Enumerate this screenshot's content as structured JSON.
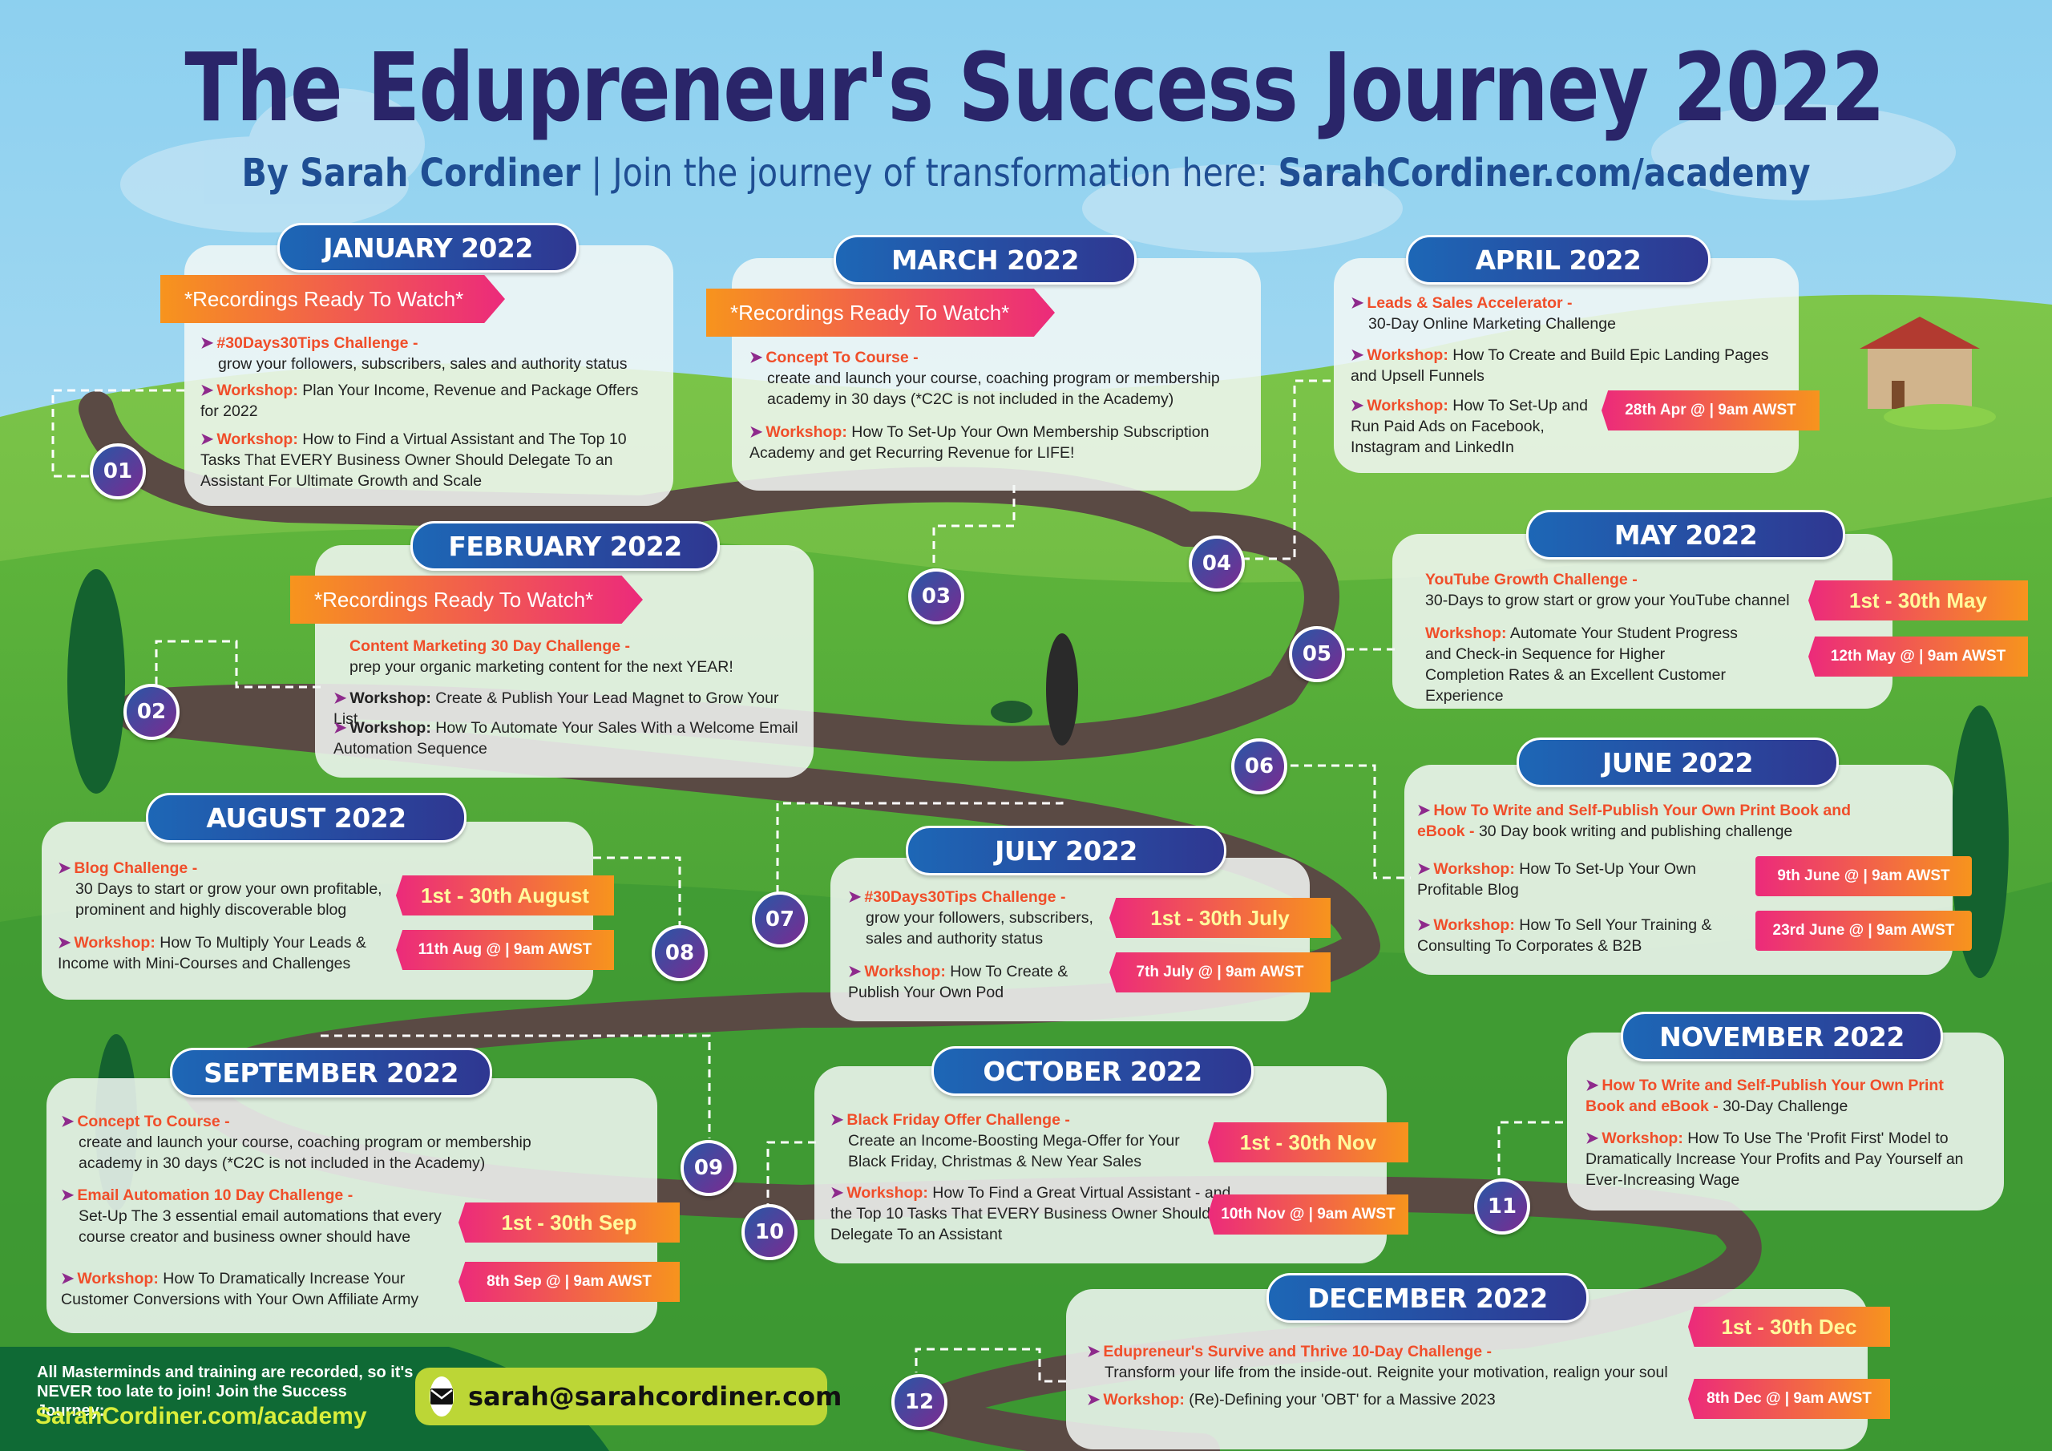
{
  "title": "The Edupreneur's Success Journey 2022",
  "subtitle": {
    "by": "By Sarah Cordiner",
    "sep": " | ",
    "join": "Join the journey of transformation here: ",
    "link": "SarahCordiner.com/academy"
  },
  "recordings": "*Recordings Ready To Watch*",
  "colors": {
    "title": "#2a2569",
    "header_start": "#1d67b6",
    "header_end": "#2f3791",
    "highlight": "#f04e2a",
    "tag_start": "#ec2a7b",
    "tag_end": "#f7941d",
    "footer_link": "#d9ee3b",
    "email_bg": "#bcd636",
    "sky": "#9fd7f0",
    "grass": "#5cb43a",
    "road": "#5a4a44"
  },
  "stops": [
    "01",
    "02",
    "03",
    "04",
    "05",
    "06",
    "07",
    "08",
    "09",
    "10",
    "11",
    "12"
  ],
  "months": {
    "jan": {
      "title": "JANUARY 2022",
      "i1_head": "#30Days30Tips Challenge -",
      "i1_text": "grow your followers, subscribers, sales and authority status",
      "i2_head": "Workshop:",
      "i2_text": "Plan Your Income, Revenue and Package Offers for 2022",
      "i3_head": "Workshop:",
      "i3_text": "How to Find a Virtual Assistant and The Top 10 Tasks That EVERY Business Owner Should Delegate To an Assistant For Ultimate Growth and Scale"
    },
    "feb": {
      "title": "FEBRUARY 2022",
      "i1_head": "Content Marketing 30 Day Challenge -",
      "i1_text": "prep your organic marketing content for the next YEAR!",
      "i2_head": "Workshop:",
      "i2_text": "Create & Publish Your Lead Magnet to Grow Your List",
      "i3_head": "Workshop:",
      "i3_text": "How To Automate Your Sales With a Welcome Email Automation Sequence"
    },
    "mar": {
      "title": "MARCH 2022",
      "i1_head": "Concept To Course -",
      "i1_text": "create and launch your course, coaching program or membership academy in 30 days (*C2C is not included in the Academy)",
      "i2_head": "Workshop:",
      "i2_text": "How To Set-Up Your Own Membership Subscription Academy and get Recurring Revenue for LIFE!"
    },
    "apr": {
      "title": "APRIL 2022",
      "i1_head": "Leads & Sales Accelerator -",
      "i1_text": "30-Day Online Marketing Challenge",
      "i2_head": "Workshop:",
      "i2_text": "How To Create and Build Epic Landing Pages and Upsell Funnels",
      "i3_head": "Workshop:",
      "i3_text": "How To Set-Up and Run Paid Ads on Facebook, Instagram and LinkedIn",
      "date": "28th Apr @ | 9am AWST"
    },
    "may": {
      "title": "MAY 2022",
      "i1_head": "YouTube Growth Challenge -",
      "i1_text": "30-Days to grow start or grow your YouTube channel",
      "i2_head": "Workshop:",
      "i2_text": "Automate Your Student Progress and Check-in Sequence for Higher Completion Rates & an Excellent Customer Experience",
      "range": "1st - 30th May",
      "date": "12th May @ | 9am AWST"
    },
    "jun": {
      "title": "JUNE 2022",
      "i1_head": "How To Write and Self-Publish Your Own Print Book and eBook -",
      "i1_text": "30 Day book writing and publishing challenge",
      "i2_head": "Workshop:",
      "i2_text": "How To Set-Up Your Own Profitable Blog",
      "i3_head": "Workshop:",
      "i3_text": "How To Sell Your Training & Consulting To Corporates & B2B",
      "date1": "9th June @ | 9am AWST",
      "date2": "23rd June @ | 9am AWST"
    },
    "jul": {
      "title": "JULY 2022",
      "i1_head": "#30Days30Tips Challenge -",
      "i1_text": "grow your followers, subscribers, sales and authority status",
      "i2_head": "Workshop:",
      "i2_text": "How To Create & Publish Your Own Pod",
      "range": "1st - 30th July",
      "date": "7th July @ | 9am AWST"
    },
    "aug": {
      "title": "AUGUST 2022",
      "i1_head": "Blog Challenge -",
      "i1_text": "30 Days to start or grow your own profitable, prominent and highly discoverable blog",
      "i2_head": "Workshop:",
      "i2_text": "How To Multiply Your Leads & Income with Mini-Courses and Challenges",
      "range": "1st - 30th August",
      "date": "11th Aug @ | 9am AWST"
    },
    "sep": {
      "title": "SEPTEMBER 2022",
      "i1_head": "Concept To Course -",
      "i1_text": "create and launch your course, coaching program or membership academy in 30 days (*C2C is not included in the Academy)",
      "i2_head": "Email Automation 10 Day Challenge -",
      "i2_text": "Set-Up The 3 essential email automations that every course creator and business owner should have",
      "i3_head": "Workshop:",
      "i3_text": "How To Dramatically Increase Your Customer Conversions with Your Own Affiliate Army",
      "range": "1st - 30th Sep",
      "date": "8th Sep @ | 9am AWST"
    },
    "oct": {
      "title": "OCTOBER 2022",
      "i1_head": "Black Friday Offer Challenge -",
      "i1_text": "Create an Income-Boosting Mega-Offer for Your Black Friday, Christmas & New Year Sales",
      "i2_head": "Workshop:",
      "i2_text": "How To Find a Great Virtual Assistant - and the Top 10 Tasks That EVERY Business Owner Should Delegate To an Assistant",
      "range": "1st - 30th Nov",
      "date": "10th Nov @ | 9am AWST"
    },
    "nov": {
      "title": "NOVEMBER 2022",
      "i1_head": "How To Write and Self-Publish Your Own Print Book and eBook -",
      "i1_text": "30-Day Challenge",
      "i2_head": "Workshop:",
      "i2_text": "How To Use The 'Profit First' Model to Dramatically Increase Your Profits and Pay Yourself an Ever-Increasing Wage"
    },
    "dec": {
      "title": "DECEMBER 2022",
      "i1_head": "Edupreneur's Survive and Thrive 10-Day Challenge -",
      "i1_text": "Transform your life from the inside-out. Reignite your motivation, realign your soul",
      "i2_head": "Workshop:",
      "i2_text": "(Re)-Defining your 'OBT' for a Massive 2023",
      "range": "1st - 30th Dec",
      "date": "8th Dec @ | 9am AWST"
    }
  },
  "footer": {
    "text": "All Masterminds and training are recorded, so it's NEVER too late to join! Join the Success Journey:",
    "link": "SarahCordiner.com/academy",
    "email": "sarah@sarahcordiner.com"
  }
}
